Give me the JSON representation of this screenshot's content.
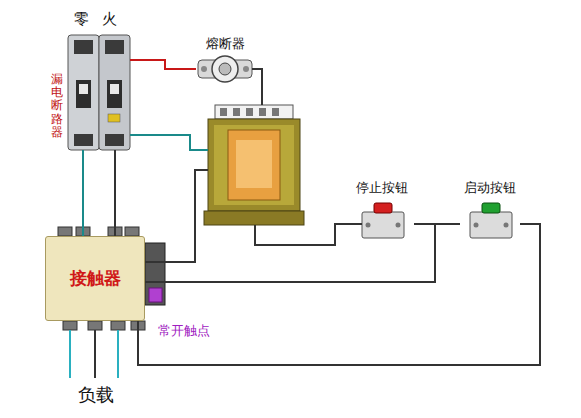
{
  "diagram": {
    "nodes": [
      {
        "text": [
          "零",
          "火",
          "漏电断路器"
        ]
      },
      {
        "text": [
          "熔断器"
        ]
      },
      {
        "text": [
          "停止按钮"
        ]
      },
      {
        "text": [
          "启动按钮"
        ]
      },
      {
        "text": [
          "接触器"
        ]
      }
    ],
    "edges": [
      {
        "from": 0,
        "to": 1,
        "arrow": "none"
      },
      {
        "from": 0,
        "to": 4,
        "arrow": "none"
      },
      {
        "from": 0,
        "to": 4,
        "arrow": "none"
      },
      {
        "from": 2,
        "to": 3,
        "arrow": "none"
      },
      {
        "from": 3,
        "to": 4,
        "arrow": "none"
      },
      {
        "from": 2,
        "to": 4,
        "arrow": "none"
      }
    ],
    "labels": [
      "常开触点",
      "负载"
    ]
  }
}
